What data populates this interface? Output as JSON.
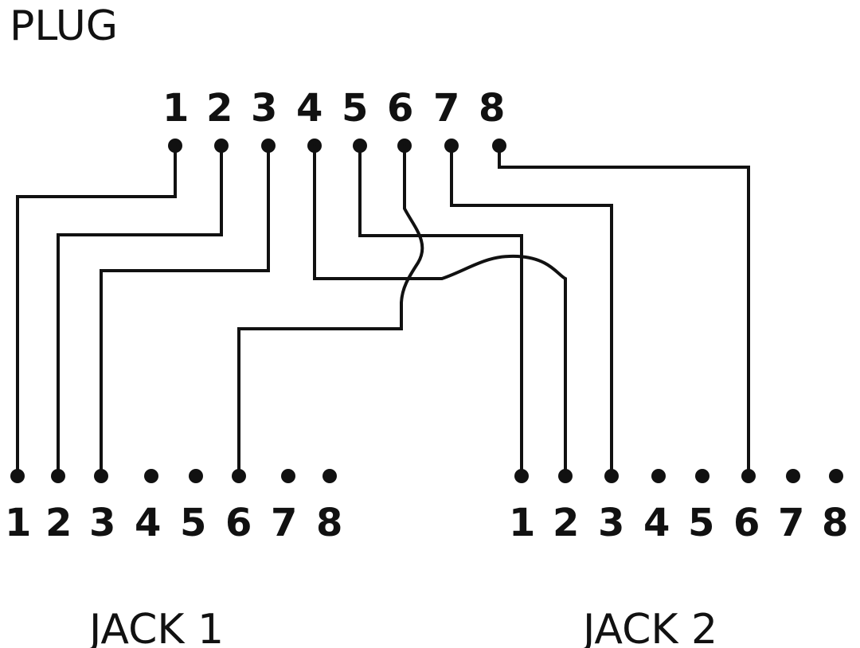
{
  "plug": {
    "title": "PLUG",
    "pins": [
      "1",
      "2",
      "3",
      "4",
      "5",
      "6",
      "7",
      "8"
    ]
  },
  "jack1": {
    "title": "JACK 1",
    "pins": [
      "1",
      "2",
      "3",
      "4",
      "5",
      "6",
      "7",
      "8"
    ]
  },
  "jack2": {
    "title": "JACK 2",
    "pins": [
      "1",
      "2",
      "3",
      "4",
      "5",
      "6",
      "7",
      "8"
    ]
  },
  "wiring": [
    {
      "plug_pin": "1",
      "to": "jack1",
      "jack_pin": "1"
    },
    {
      "plug_pin": "2",
      "to": "jack1",
      "jack_pin": "2"
    },
    {
      "plug_pin": "3",
      "to": "jack1",
      "jack_pin": "3"
    },
    {
      "plug_pin": "4",
      "to": "jack2",
      "jack_pin": "2"
    },
    {
      "plug_pin": "5",
      "to": "jack2",
      "jack_pin": "1"
    },
    {
      "plug_pin": "6",
      "to": "jack1",
      "jack_pin": "6"
    },
    {
      "plug_pin": "7",
      "to": "jack2",
      "jack_pin": "3"
    },
    {
      "plug_pin": "8",
      "to": "jack2",
      "jack_pin": "6"
    }
  ]
}
